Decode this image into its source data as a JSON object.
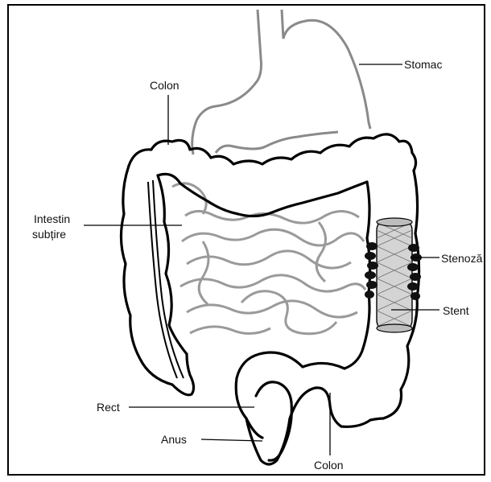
{
  "labels": {
    "stomach": "Stomac",
    "colon_top": "Colon",
    "small_intestine_line1": "Intestin",
    "small_intestine_line2": "subțire",
    "stenosis": "Stenoză",
    "stent": "Stent",
    "rectum": "Rect",
    "anus": "Anus",
    "colon_bottom": "Colon"
  },
  "colors": {
    "outline": "#000000",
    "stomach_stroke": "#8a8a8a",
    "small_intestine_stroke": "#9a9a9a",
    "stent_fill": "#c9c9c9",
    "leader_lines": "#000000"
  }
}
